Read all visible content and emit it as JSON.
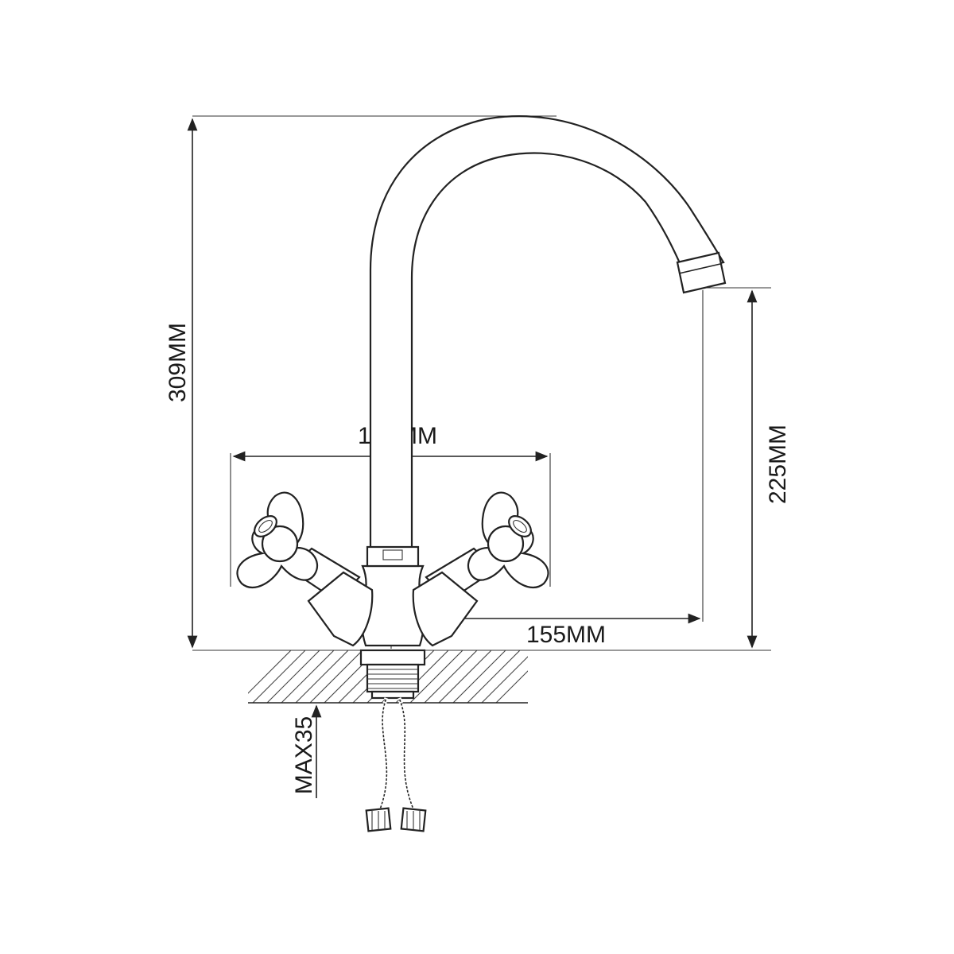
{
  "diagram": {
    "dimensions": {
      "total_height": "309MM",
      "handle_span": "149MM",
      "spout_height": "225MM",
      "spout_reach": "155MM",
      "max_counter_thickness": "MAX35"
    }
  }
}
